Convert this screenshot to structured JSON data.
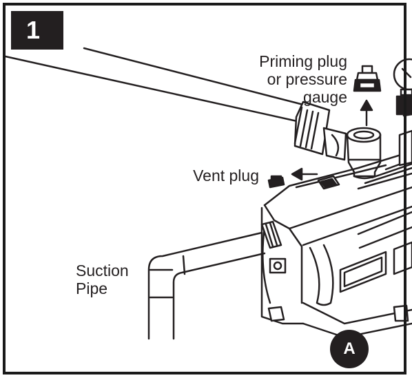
{
  "step_number": "1",
  "labels": {
    "priming_line1": "Priming plug",
    "priming_line2": "or pressure",
    "priming_line3": "gauge",
    "vent_plug": "Vent plug",
    "suction_line1": "Suction",
    "suction_line2": "Pipe"
  },
  "callout": "A",
  "colors": {
    "ink": "#231f20",
    "background": "#ffffff"
  }
}
